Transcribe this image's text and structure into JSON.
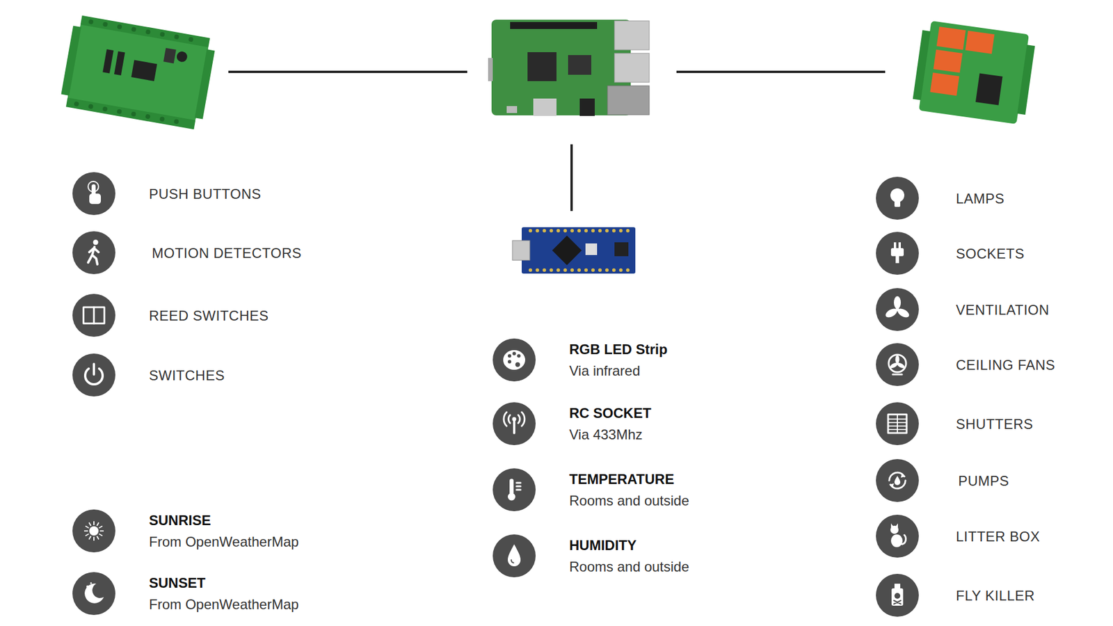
{
  "diagram": {
    "nodes": [
      {
        "text": [
          "PUSH BUTTONS"
        ]
      },
      {
        "text": [
          "MOTION DETECTORS"
        ]
      },
      {
        "text": [
          "REED SWITCHES"
        ]
      },
      {
        "text": [
          "SWITCHES"
        ]
      },
      {
        "text": [
          "SUNRISE",
          "From OpenWeatherMap"
        ]
      },
      {
        "text": [
          "SUNSET",
          "From OpenWeatherMap"
        ]
      },
      {
        "text": [
          "RGB LED Strip",
          "Via infrared"
        ]
      },
      {
        "text": [
          "RC SOCKET",
          "Via 433Mhz"
        ]
      },
      {
        "text": [
          "TEMPERATURE",
          "Rooms and outside"
        ]
      },
      {
        "text": [
          "HUMIDITY",
          "Rooms and outside"
        ]
      },
      {
        "text": [
          "LAMPS"
        ]
      },
      {
        "text": [
          "SOCKETS"
        ]
      },
      {
        "text": [
          "VENTILATION"
        ]
      },
      {
        "text": [
          "CEILING FANS"
        ]
      },
      {
        "text": [
          "SHUTTERS"
        ]
      },
      {
        "text": [
          "PUMPS"
        ]
      },
      {
        "text": [
          "LITTER BOX"
        ]
      },
      {
        "text": [
          "FLY KILLER"
        ]
      }
    ]
  }
}
